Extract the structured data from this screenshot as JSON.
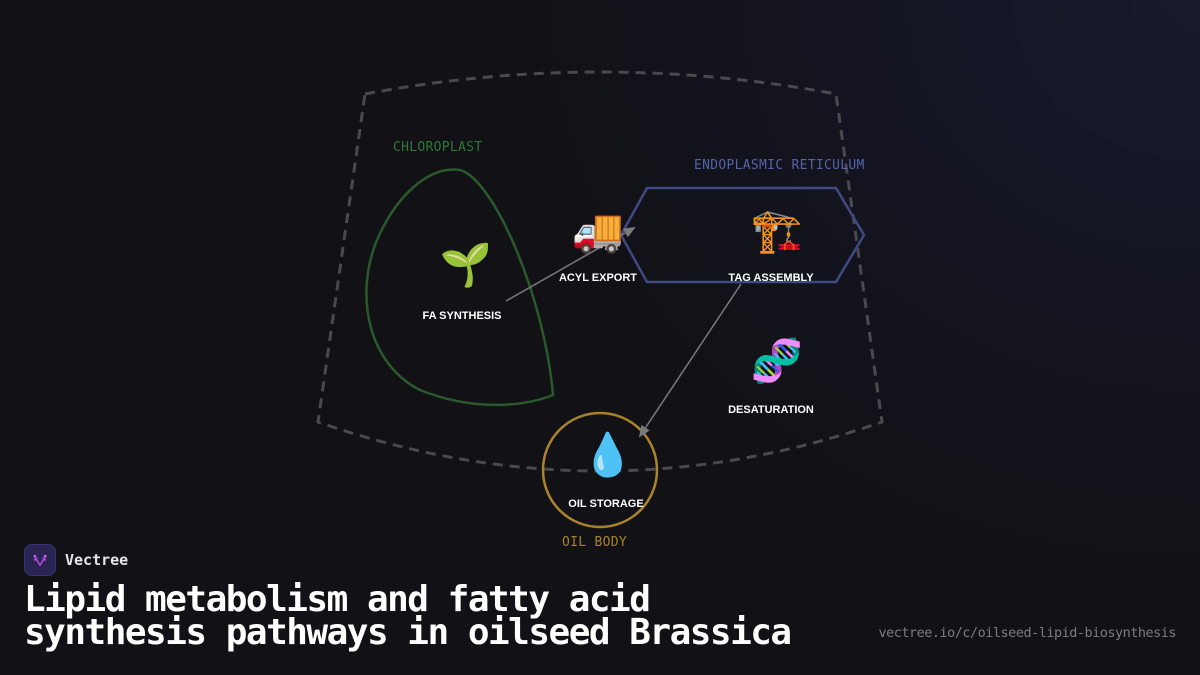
{
  "diagram": {
    "regions": {
      "cell": {
        "label": "",
        "stroke": "#4a4a4e",
        "style": "dashed"
      },
      "chloroplast": {
        "label": "CHLOROPLAST",
        "color": "#2e7a34"
      },
      "er": {
        "label": "ENDOPLASMIC RETICULUM",
        "color": "#4a5796"
      },
      "oil_body": {
        "label": "OIL BODY",
        "color": "#a8822c"
      }
    },
    "nodes": [
      {
        "id": "fa_synthesis",
        "label": "FA SYNTHESIS",
        "icon": "🌱",
        "icon_name": "seedling-icon"
      },
      {
        "id": "acyl_export",
        "label": "ACYL EXPORT",
        "icon": "🚚",
        "icon_name": "delivery-truck-icon"
      },
      {
        "id": "tag_assembly",
        "label": "TAG ASSEMBLY",
        "icon": "🏗️",
        "icon_name": "construction-crane-icon"
      },
      {
        "id": "desaturation",
        "label": "DESATURATION",
        "icon": "🧬",
        "icon_name": "dna-icon"
      },
      {
        "id": "oil_storage",
        "label": "OIL STORAGE",
        "icon": "💧",
        "icon_name": "droplet-icon"
      }
    ],
    "edges": [
      {
        "from": "fa_synthesis",
        "to": "acyl_export"
      },
      {
        "from": "tag_assembly",
        "to": "oil_storage"
      }
    ],
    "edge_color": "#7a7a7e"
  },
  "brand": {
    "name": "Vectree",
    "accent": "#b04ad8"
  },
  "title": {
    "line1": "Lipid metabolism and fatty acid",
    "line2": "synthesis pathways in oilseed Brassica"
  },
  "url": "vectree.io/c/oilseed-lipid-biosynthesis"
}
